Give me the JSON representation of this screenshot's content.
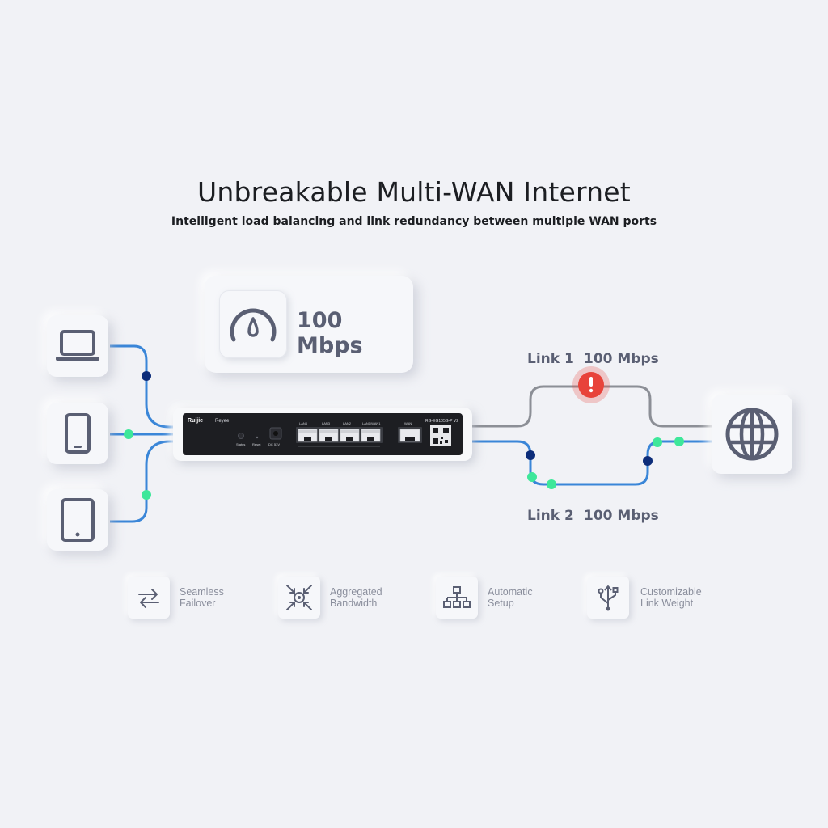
{
  "header": {
    "title": "Unbreakable Multi-WAN Internet",
    "subtitle": "Intelligent load balancing and link redundancy between multiple WAN ports"
  },
  "speed_card": {
    "icon": "speedometer-icon",
    "value": "100 Mbps"
  },
  "devices": [
    {
      "name": "laptop",
      "icon": "laptop-icon"
    },
    {
      "name": "phone",
      "icon": "phone-icon"
    },
    {
      "name": "tablet",
      "icon": "tablet-icon"
    }
  ],
  "router": {
    "brand": "Ruijie",
    "sub_brand": "Reyee",
    "model": "RG-EG105G-P V2",
    "port_labels": [
      "LAN4",
      "LAN3",
      "LAN2",
      "LAN1/WAN1",
      "WAN"
    ],
    "button_labels": [
      "Status",
      "Reset",
      "DC 53V"
    ]
  },
  "links": [
    {
      "name": "Link 1",
      "speed": "100 Mbps",
      "status": "failed",
      "status_icon": "alert-icon"
    },
    {
      "name": "Link 2",
      "speed": "100 Mbps",
      "status": "active"
    }
  ],
  "internet": {
    "icon": "globe-icon"
  },
  "features": [
    {
      "label": "Seamless Failover",
      "line1": "Seamless",
      "line2": "Failover",
      "icon": "failover-arrows-icon"
    },
    {
      "label": "Aggregated Bandwidth",
      "line1": "Aggregated",
      "line2": "Bandwidth",
      "icon": "aggregate-icon"
    },
    {
      "label": "Automatic Setup",
      "line1": "Automatic",
      "line2": "Setup",
      "icon": "network-tree-icon"
    },
    {
      "label": "Customizable Link Weight",
      "line1": "Customizable",
      "line2": "Link Weight",
      "icon": "usb-branch-icon"
    }
  ],
  "colors": {
    "background": "#f1f2f6",
    "line_blue": "#3a86d8",
    "line_gray": "#8c8f96",
    "node_dark": "#0d2d7a",
    "node_green": "#3ee79a",
    "alert_red": "#e8433a",
    "icon_gray": "#5a5f73"
  }
}
